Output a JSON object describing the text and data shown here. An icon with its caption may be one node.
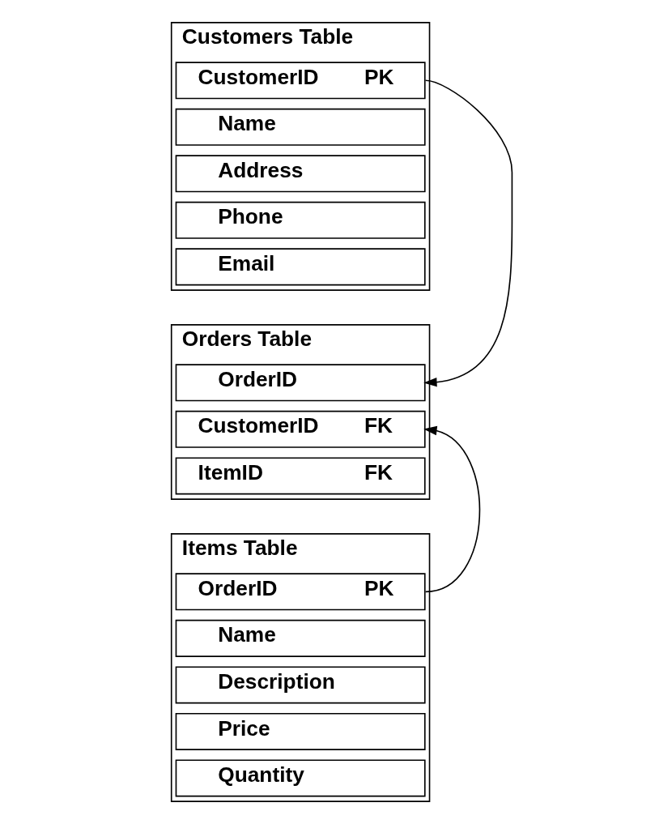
{
  "diagram": {
    "nodes": [
      {
        "text": [
          "Customers Table"
        ]
      },
      {
        "text": [
          "CustomerID",
          "PK"
        ],
        "in": 0
      },
      {
        "text": [
          "Name"
        ],
        "in": 0
      },
      {
        "text": [
          "Address"
        ],
        "in": 0
      },
      {
        "text": [
          "Phone"
        ],
        "in": 0
      },
      {
        "text": [
          "Email"
        ],
        "in": 0
      },
      {
        "text": [
          "Orders Table"
        ]
      },
      {
        "text": [
          "OrderID"
        ],
        "in": 6
      },
      {
        "text": [
          "CustomerID",
          "FK"
        ],
        "in": 6
      },
      {
        "text": [
          "ItemID",
          "FK"
        ],
        "in": 6
      },
      {
        "text": [
          "Items Table"
        ]
      },
      {
        "text": [
          "OrderID",
          "PK"
        ],
        "in": 10
      },
      {
        "text": [
          "Name"
        ],
        "in": 10
      },
      {
        "text": [
          "Description"
        ],
        "in": 10
      },
      {
        "text": [
          "Price"
        ],
        "in": 10
      },
      {
        "text": [
          "Quantity"
        ],
        "in": 10
      }
    ],
    "edges": [
      {
        "from": 1,
        "to": 7,
        "arrow": "to"
      },
      {
        "from": 11,
        "to": 8,
        "arrow": "to"
      }
    ]
  }
}
